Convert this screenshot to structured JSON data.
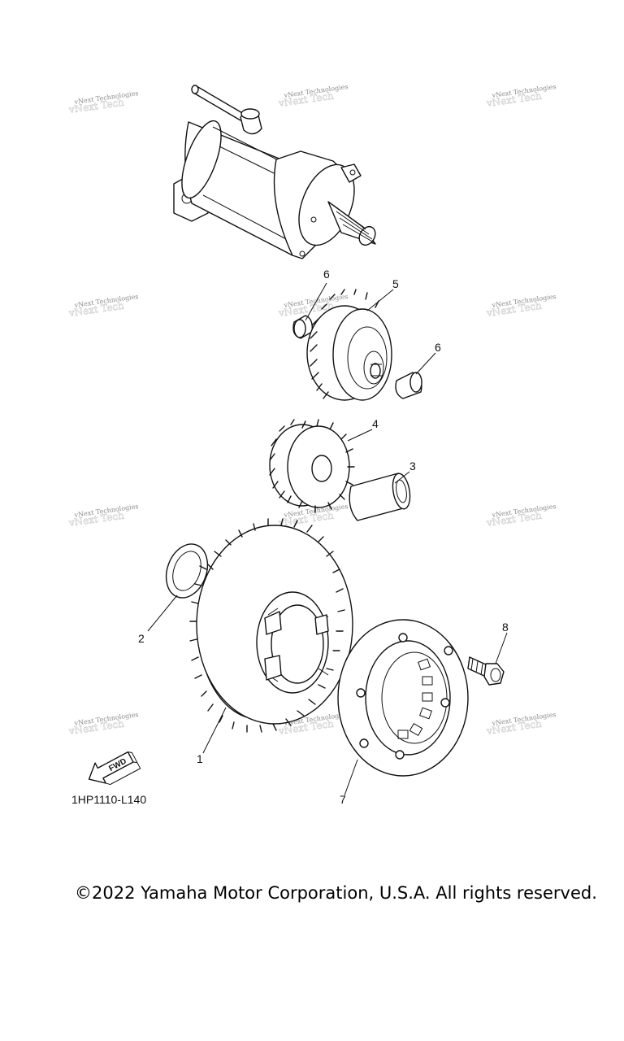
{
  "diagram": {
    "callouts": [
      {
        "id": "1",
        "label": "1"
      },
      {
        "id": "2",
        "label": "2"
      },
      {
        "id": "3",
        "label": "3"
      },
      {
        "id": "4",
        "label": "4"
      },
      {
        "id": "5",
        "label": "5"
      },
      {
        "id": "6a",
        "label": "6"
      },
      {
        "id": "6b",
        "label": "6"
      },
      {
        "id": "7",
        "label": "7"
      },
      {
        "id": "8",
        "label": "8"
      }
    ],
    "part_code": "1HP1110-L140",
    "fwd_label": "FWD",
    "watermark": "vNext Technologies"
  },
  "footer": {
    "copyright": "©2022 Yamaha Motor Corporation, U.S.A. All rights reserved."
  }
}
